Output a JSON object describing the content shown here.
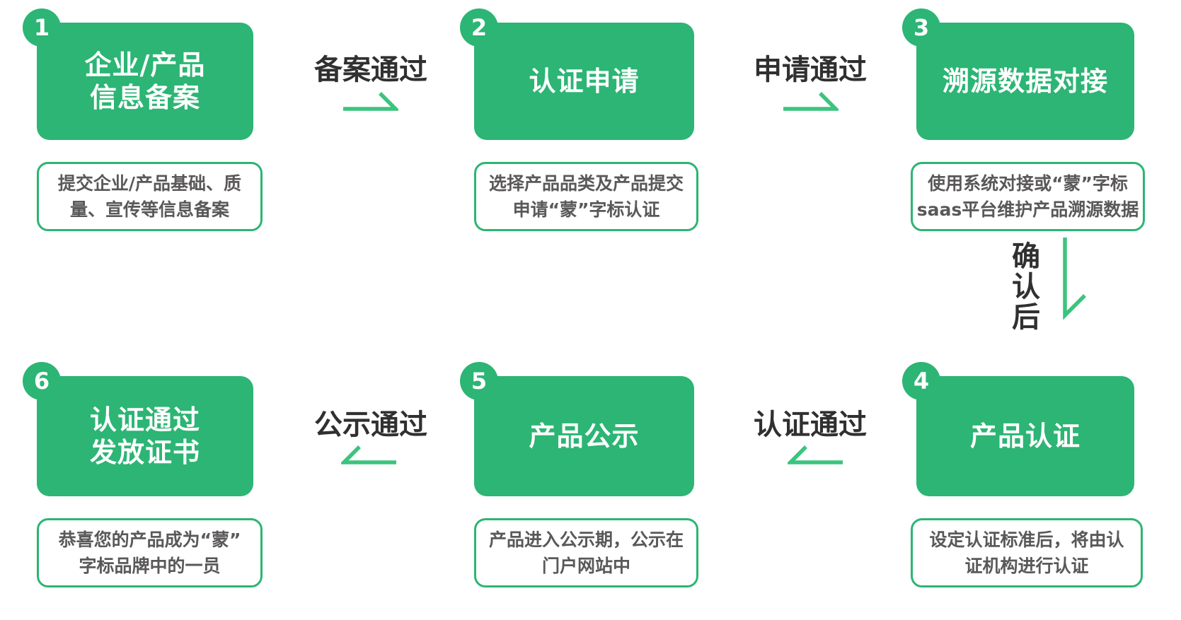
{
  "colors": {
    "box_green": "#2cb574",
    "arrow_green": "#3cc47e",
    "label_text": "#303030",
    "desc_text": "#5a5858",
    "title_text": "#ffffff",
    "background": "#ffffff"
  },
  "steps": [
    {
      "number": "1",
      "title_lines": [
        "企业/产品",
        "信息备案"
      ],
      "desc_lines": [
        "提交企业/产品基础、质",
        "量、宣传等信息备案"
      ]
    },
    {
      "number": "2",
      "title_lines": [
        "认证申请"
      ],
      "desc_lines": [
        "选择产品品类及产品提交",
        "申请“蒙”字标认证"
      ]
    },
    {
      "number": "3",
      "title_lines": [
        "溯源数据对接"
      ],
      "desc_lines": [
        "使用系统对接或“蒙”字标",
        "saas平台维护产品溯源数据"
      ]
    },
    {
      "number": "4",
      "title_lines": [
        "产品认证"
      ],
      "desc_lines": [
        "设定认证标准后，将由认",
        "证机构进行认证"
      ]
    },
    {
      "number": "5",
      "title_lines": [
        "产品公示"
      ],
      "desc_lines": [
        "产品进入公示期，公示在",
        "门户网站中"
      ]
    },
    {
      "number": "6",
      "title_lines": [
        "认证通过",
        "发放证书"
      ],
      "desc_lines": [
        "恭喜您的产品成为“蒙”",
        "字标品牌中的一员"
      ]
    }
  ],
  "transitions": {
    "filing_passed": {
      "label": "备案通过",
      "direction": "right"
    },
    "application_passed": {
      "label": "申请通过",
      "direction": "right"
    },
    "after_confirmation": {
      "label_chars": [
        "确",
        "认",
        "后"
      ],
      "label": "确认后",
      "direction": "down"
    },
    "certification_passed": {
      "label": "认证通过",
      "direction": "left"
    },
    "publicity_passed": {
      "label": "公示通过",
      "direction": "left"
    }
  }
}
